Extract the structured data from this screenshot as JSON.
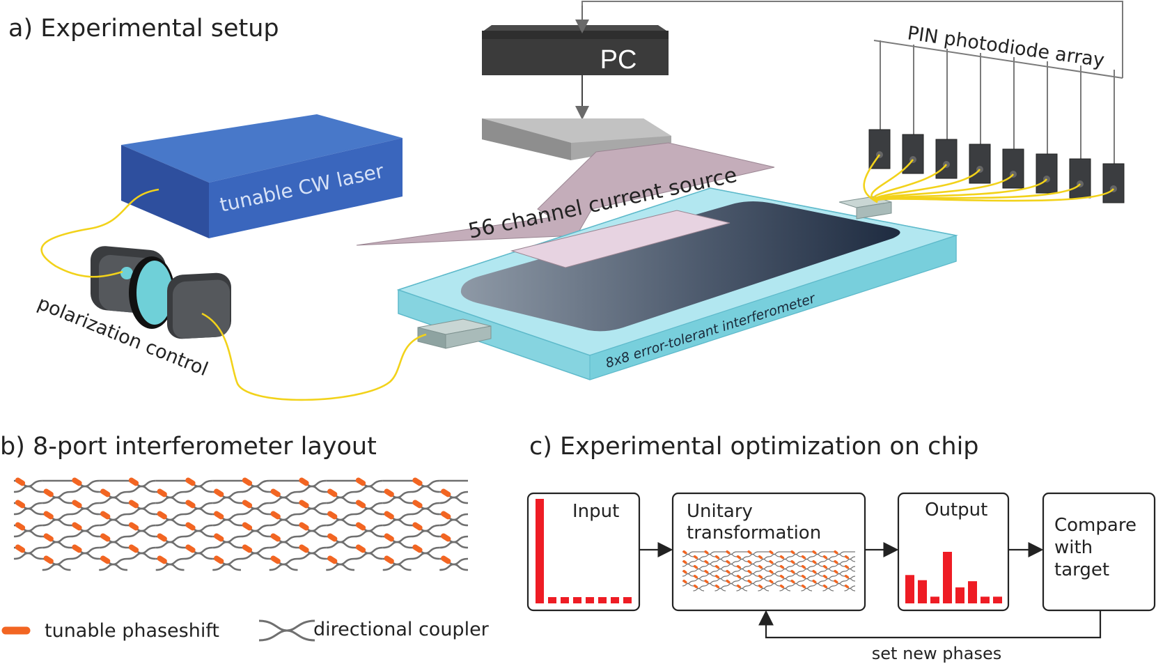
{
  "panel_a": {
    "title": "a) Experimental setup",
    "pc_label": "PC",
    "laser_label": "tunable CW laser",
    "current_source_label": "56 channel current source",
    "photodiode_label": "PIN photodiode array",
    "polarization_label": "polarization control",
    "chip_label": "8x8 error-tolerant interferometer",
    "photodiode_count": 8
  },
  "panel_b": {
    "title": "b) 8-port interferometer layout",
    "legend_phaseshift": "tunable phaseshift",
    "legend_coupler": "directional coupler",
    "port_count": 8,
    "colors": {
      "waveguide": "#6f6f6f",
      "phaseshift": "#f26522"
    }
  },
  "panel_c": {
    "title": "c) Experimental optimization on chip",
    "box_input": "Input",
    "box_unitary_line1": "Unitary",
    "box_unitary_line2": "transformation",
    "box_output": "Output",
    "box_compare_line1": "Compare",
    "box_compare_line2": "with",
    "box_compare_line3": "target",
    "feedback_label": "set new phases",
    "input_bars": [
      1.0,
      0.06,
      0.06,
      0.06,
      0.06,
      0.06,
      0.06,
      0.06
    ],
    "output_bars": [
      0.55,
      0.45,
      0.13,
      1.0,
      0.31,
      0.43,
      0.13,
      0.13
    ],
    "bar_color": "#ee1c24"
  }
}
